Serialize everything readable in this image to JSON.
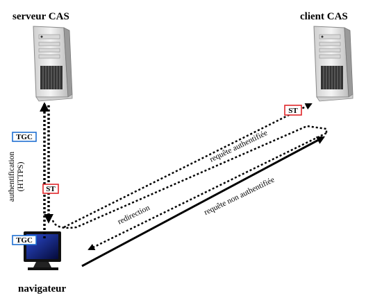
{
  "nodes": {
    "server_title": "serveur CAS",
    "client_title": "client CAS",
    "browser_title": "navigateur"
  },
  "badges": {
    "tgc_top": "TGC",
    "tgc_bottom": "TGC",
    "st_left": "ST",
    "st_right": "ST"
  },
  "edges": {
    "auth_line1": "authentification",
    "auth_line2": "(HTTPS)",
    "authenticated_request": "requête authentifiée",
    "redirection": "redirection",
    "unauthenticated_request": "requête non authentifiée"
  },
  "colors": {
    "tgc": "#1f6fd1",
    "st": "#e0262a",
    "arrow": "#000000",
    "server_body": "#e8e8e8",
    "monitor_screen": "#0b1d6e"
  },
  "icons": {
    "server": "server-tower-icon",
    "monitor": "computer-monitor-icon"
  }
}
